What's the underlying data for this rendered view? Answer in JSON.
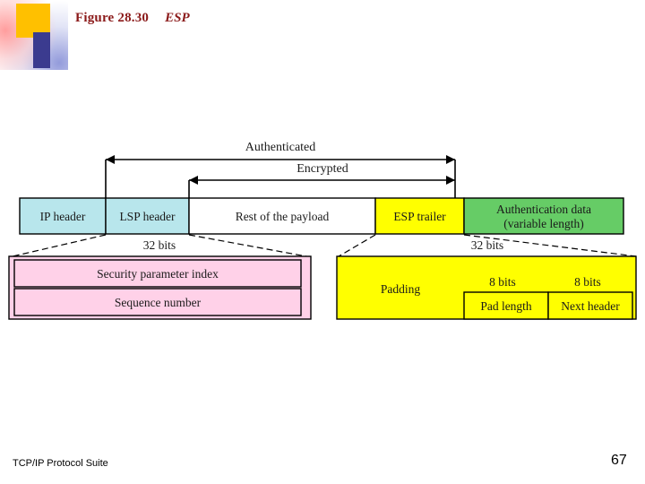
{
  "slide": {
    "figure_number": "Figure 28.30",
    "figure_title": "ESP",
    "footer_left": "TCP/IP Protocol Suite",
    "page_number": "67"
  },
  "colors": {
    "title": "#8b1a1a",
    "ip_header": "#b8e6ec",
    "lsp_header": "#b8e6ec",
    "payload": "#ffffff",
    "esp_trailer": "#ffff00",
    "auth_data": "#66cc66",
    "spi_box": "#ffd1e8",
    "padding_box": "#ffff00",
    "deco_orange": "#ffc000",
    "deco_navy": "#3b3b8f"
  },
  "diagram": {
    "spans": [
      {
        "name": "authenticated",
        "label": "Authenticated"
      },
      {
        "name": "encrypted",
        "label": "Encrypted"
      }
    ],
    "packet_fields": [
      {
        "name": "ip-header",
        "label": "IP header"
      },
      {
        "name": "lsp-header",
        "label": "LSP header"
      },
      {
        "name": "rest-of-payload",
        "label": "Rest of the payload"
      },
      {
        "name": "esp-trailer",
        "label": "ESP trailer"
      },
      {
        "name": "authentication-data",
        "label_line1": "Authentication data",
        "label_line2": "(variable length)"
      }
    ],
    "left_detail": {
      "width_label": "32 bits",
      "rows": [
        {
          "name": "security-parameter-index",
          "label": "Security parameter index"
        },
        {
          "name": "sequence-number",
          "label": "Sequence number"
        }
      ]
    },
    "right_detail": {
      "width_label": "32 bits",
      "padding_label": "Padding",
      "sub_width_labels": [
        {
          "name": "pad-length-bits",
          "label": "8 bits"
        },
        {
          "name": "next-header-bits",
          "label": "8 bits"
        }
      ],
      "cells": [
        {
          "name": "pad-length",
          "label": "Pad length"
        },
        {
          "name": "next-header",
          "label": "Next header"
        }
      ]
    }
  }
}
